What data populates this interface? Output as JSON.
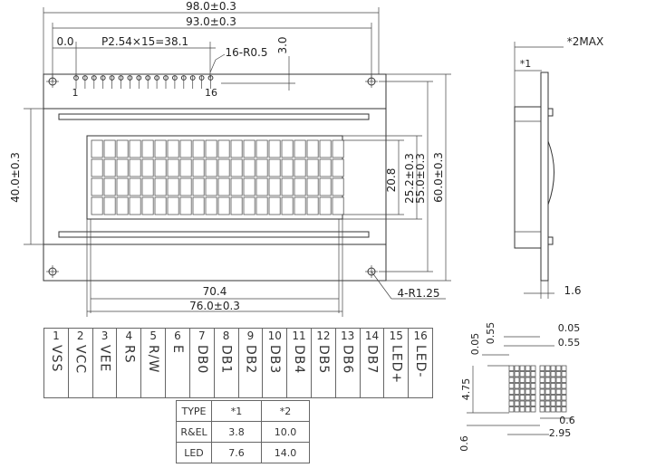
{
  "dimensions": {
    "overall_width": "98.0±0.3",
    "mount_width": "93.0±0.3",
    "pin_offset": "0.0",
    "pin_pitch": "P2.54×15=38.1",
    "pin_hole": "16-R0.5",
    "pin_top": "3.0",
    "pin_first": "1",
    "pin_last": "16",
    "left_height": "40.0±0.3",
    "char_height": "20.8",
    "view_height": "25.2±0.3",
    "mount_height": "55.0±0.3",
    "overall_height": "60.0±0.3",
    "view_width": "70.4",
    "window_width": "76.0±0.3",
    "mount_holes": "4-R1.25",
    "side_thickness": "*2MAX",
    "side_star1": "*1",
    "side_pcb": "1.6"
  },
  "pins": [
    {
      "num": "1",
      "name": "VSS"
    },
    {
      "num": "2",
      "name": "VCC"
    },
    {
      "num": "3",
      "name": "VEE"
    },
    {
      "num": "4",
      "name": "RS"
    },
    {
      "num": "5",
      "name": "R/W"
    },
    {
      "num": "6",
      "name": "E"
    },
    {
      "num": "7",
      "name": "DB0"
    },
    {
      "num": "8",
      "name": "DB1"
    },
    {
      "num": "9",
      "name": "DB2"
    },
    {
      "num": "10",
      "name": "DB3"
    },
    {
      "num": "11",
      "name": "DB4"
    },
    {
      "num": "12",
      "name": "DB5"
    },
    {
      "num": "13",
      "name": "DB6"
    },
    {
      "num": "14",
      "name": "DB7"
    },
    {
      "num": "15",
      "name": "LED+"
    },
    {
      "num": "16",
      "name": "LED-"
    }
  ],
  "type_table": {
    "header": [
      "TYPE",
      "*1",
      "*2"
    ],
    "rows": [
      [
        "R&EL",
        "3.8",
        "10.0"
      ],
      [
        "LED",
        "7.6",
        "14.0"
      ]
    ]
  },
  "char_detail": {
    "dot_gap": "0.05",
    "dot_size": "0.55",
    "top_gap": "0.05",
    "top_size": "0.55",
    "char_height": "4.75",
    "cursor_gap": "0.6",
    "char_width": "2.95",
    "cursor_h": "0.6"
  }
}
